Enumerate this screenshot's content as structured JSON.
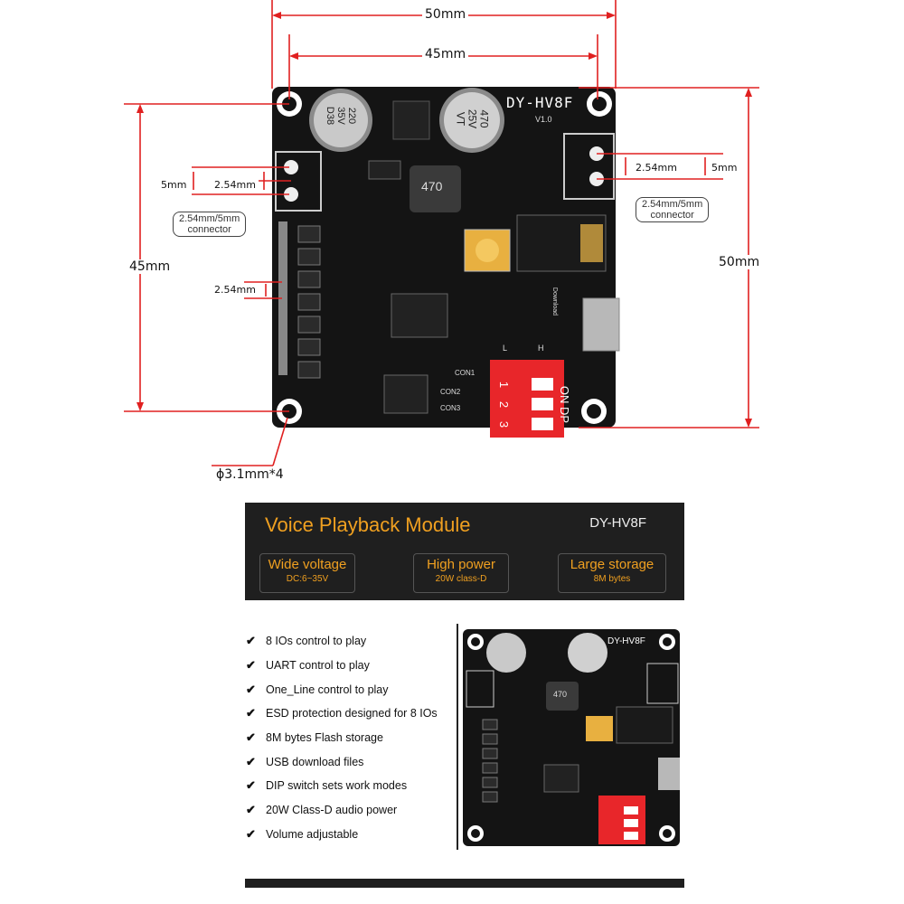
{
  "dimensions": {
    "top_width_outer": "50mm",
    "top_width_inner": "45mm",
    "left_height": "45mm",
    "right_height": "50mm",
    "left_5mm": "5mm",
    "left_254mm": "2.54mm",
    "left_connector_line1": "2.54mm/5mm",
    "left_connector_line2": "connector",
    "left_pitch_254": "2.54mm",
    "right_254mm": "2.54mm",
    "right_5mm": "5mm",
    "right_connector_line1": "2.54mm/5mm",
    "right_connector_line2": "connector",
    "hole_label": "ϕ3.1mm*4"
  },
  "board": {
    "model": "DY-HV8F",
    "version": "V1.0",
    "cap1": [
      "220",
      "35V",
      "D38"
    ],
    "cap2": [
      "470",
      "25V",
      "VT"
    ],
    "inductor": "470",
    "con_labels": [
      "CON1",
      "CON2",
      "CON3"
    ],
    "dip_on": "ON",
    "dip_dp": "DP",
    "dip_numbers": [
      "1",
      "2",
      "3"
    ],
    "lh_l": "L",
    "lh_h": "H",
    "download": "Download"
  },
  "banner": {
    "title": "Voice Playback Module",
    "model": "DY-HV8F",
    "features": [
      {
        "heading": "Wide voltage",
        "sub": "DC:6~35V"
      },
      {
        "heading": "High power",
        "sub": "20W class-D"
      },
      {
        "heading": "Large storage",
        "sub": "8M bytes"
      }
    ]
  },
  "features_list": [
    "8 IOs control to play",
    "UART control to play",
    "One_Line control to play",
    "ESD protection designed for 8 IOs",
    "8M bytes Flash storage",
    "USB download files",
    "DIP switch sets  work modes",
    "20W Class-D audio power",
    "Volume adjustable"
  ],
  "check_icon": "✔",
  "colors": {
    "dim_red": "#e02020",
    "accent_orange": "#f0a020",
    "banner_bg": "#1f1f1f",
    "pcb_black": "#141414",
    "dip_red": "#e8262a"
  }
}
